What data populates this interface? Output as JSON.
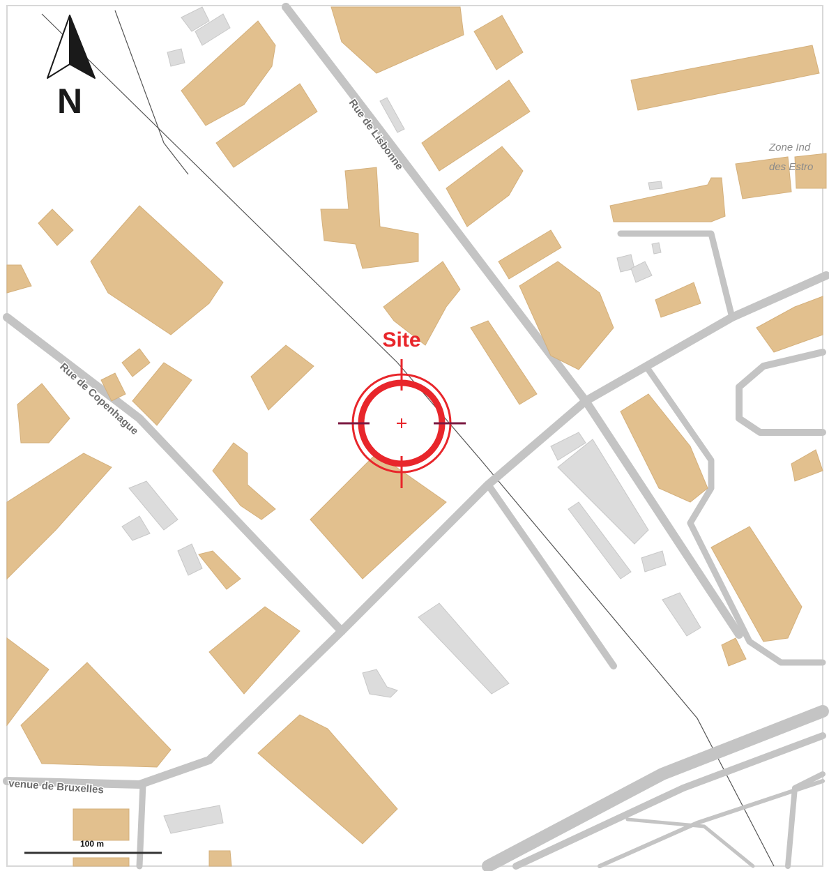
{
  "map": {
    "north_label": "N",
    "site_label": "Site",
    "scale_label": "100 m",
    "streets": {
      "lisbonne": "Rue de Lisbonne",
      "copenhague": "Rue de Copenhague",
      "bruxelles": "venue de Bruxelles"
    },
    "zone_label_line1": "Zone Ind",
    "zone_label_line2": "des Estro",
    "colors": {
      "building": "#e2c08e",
      "road": "#c4c4c4",
      "target": "#e8262b",
      "target_cross": "#7a1840"
    },
    "icons": {
      "north": "north-arrow-icon",
      "target": "crosshair-target-icon"
    }
  }
}
